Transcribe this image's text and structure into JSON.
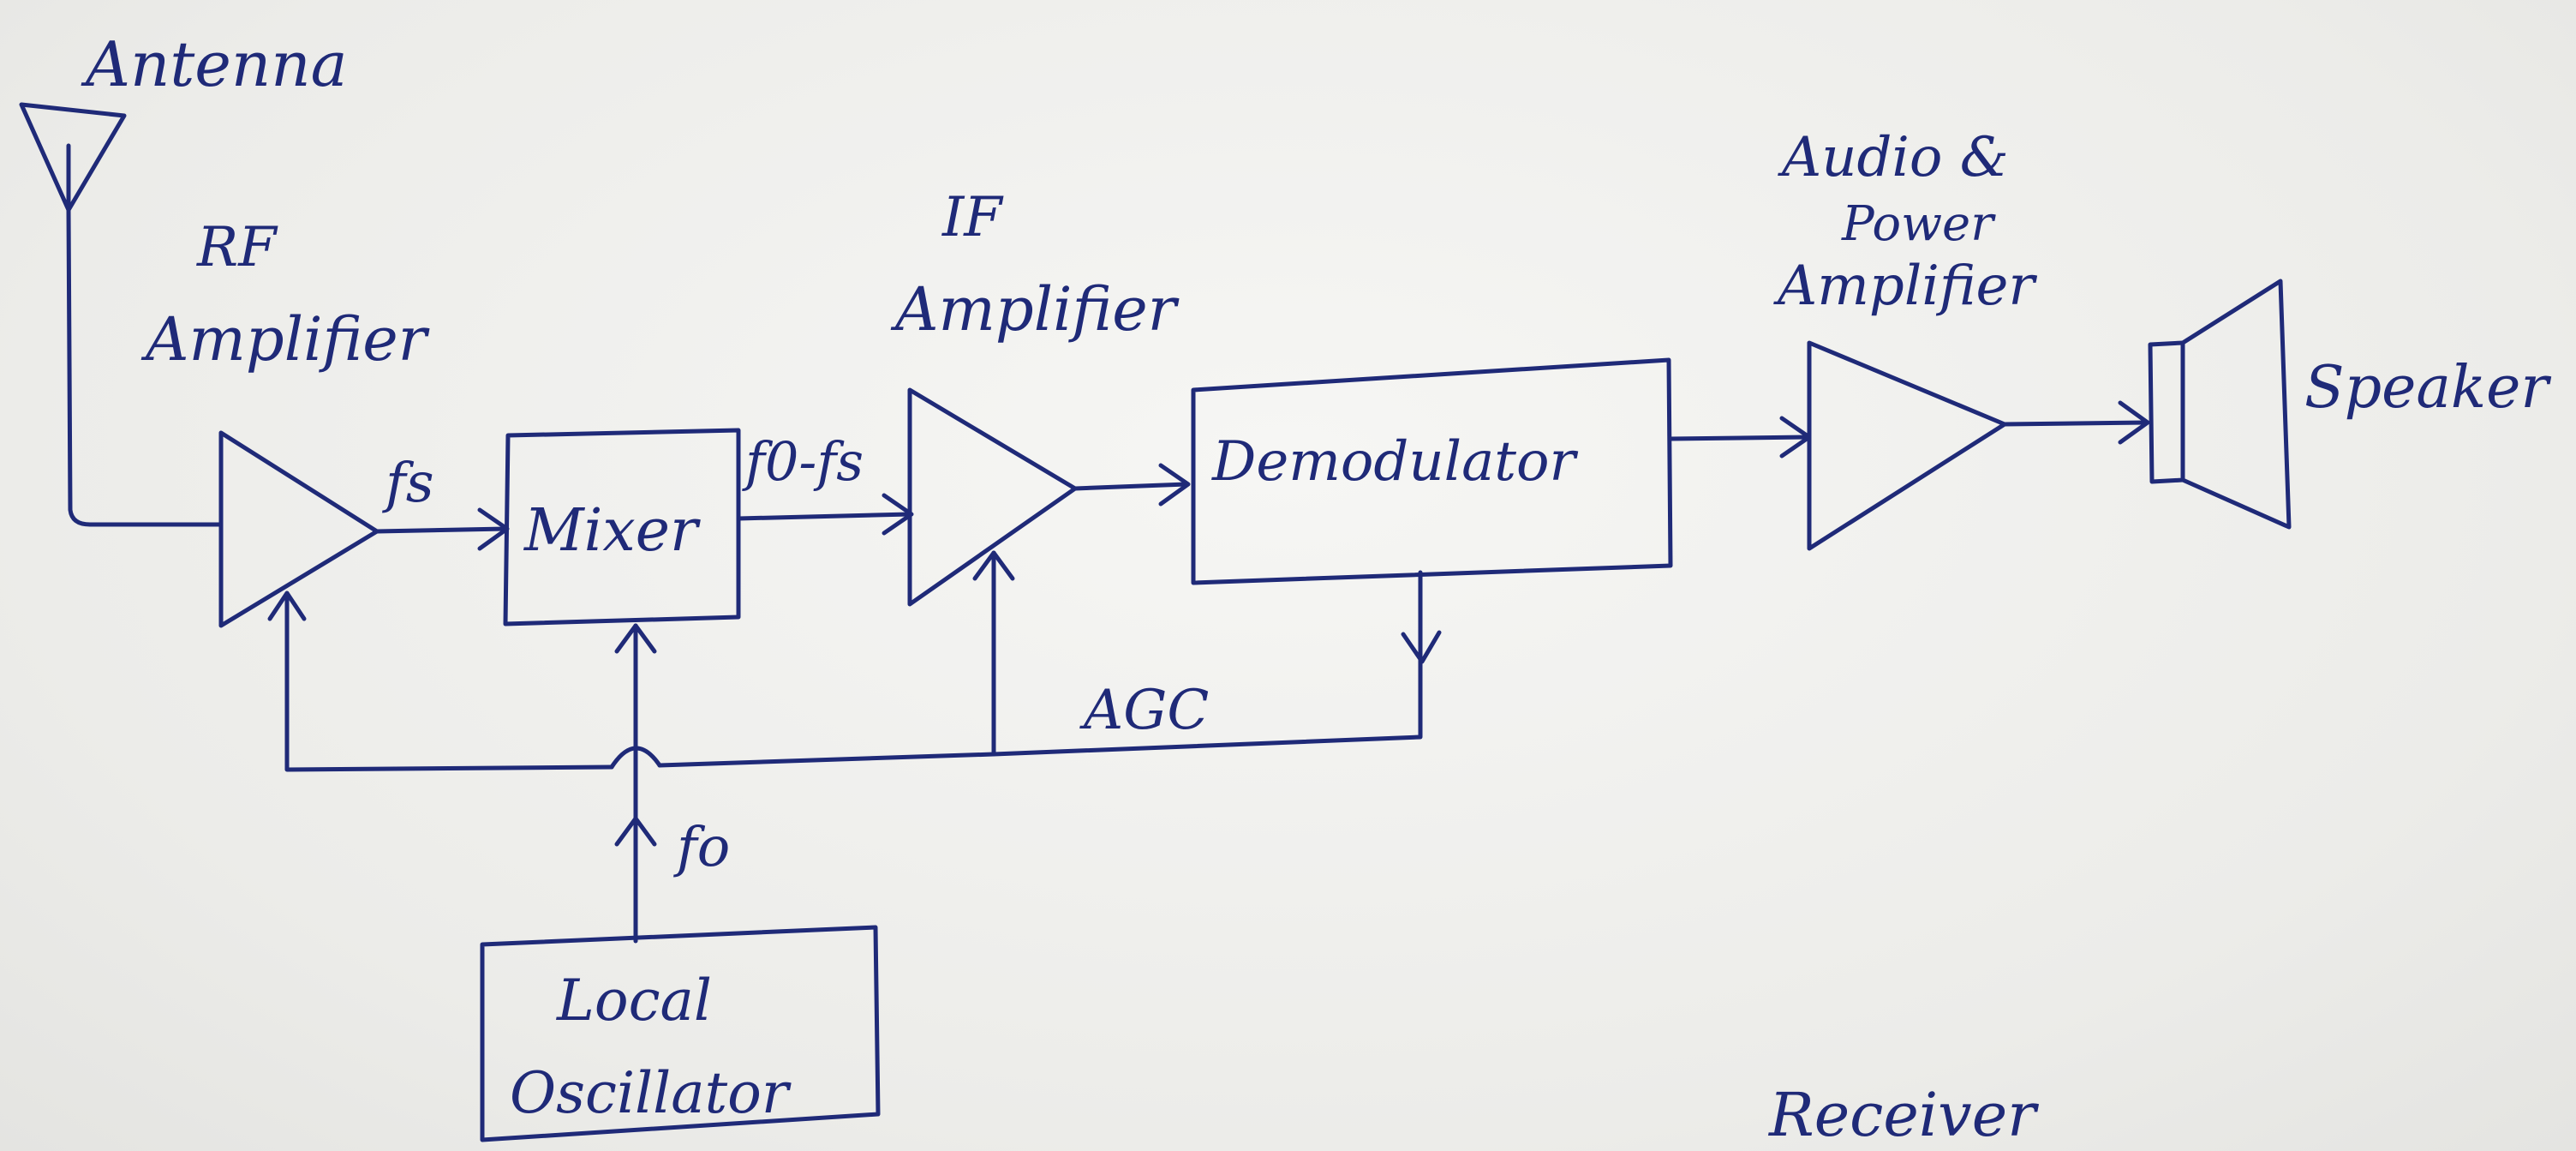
{
  "labels": {
    "antenna": "Antenna",
    "rf_line1": "RF",
    "rf_line2": "Amplifier",
    "fs_label": "fs",
    "mixer": "Mixer",
    "fo_fs_label": "f0-fs",
    "if_line1": "IF",
    "if_line2": "Amplifier",
    "demodulator": "Demodulator",
    "audio_line1": "Audio &",
    "audio_line2": "Power",
    "audio_line3": "Amplifier",
    "speaker": "Speaker",
    "agc": "AGC",
    "fo_label": "fo",
    "lo_line1": "Local",
    "lo_line2": "Oscillator",
    "caption": "Receiver"
  },
  "colors": {
    "ink": "#1f2a78",
    "paper": "#efefed"
  }
}
